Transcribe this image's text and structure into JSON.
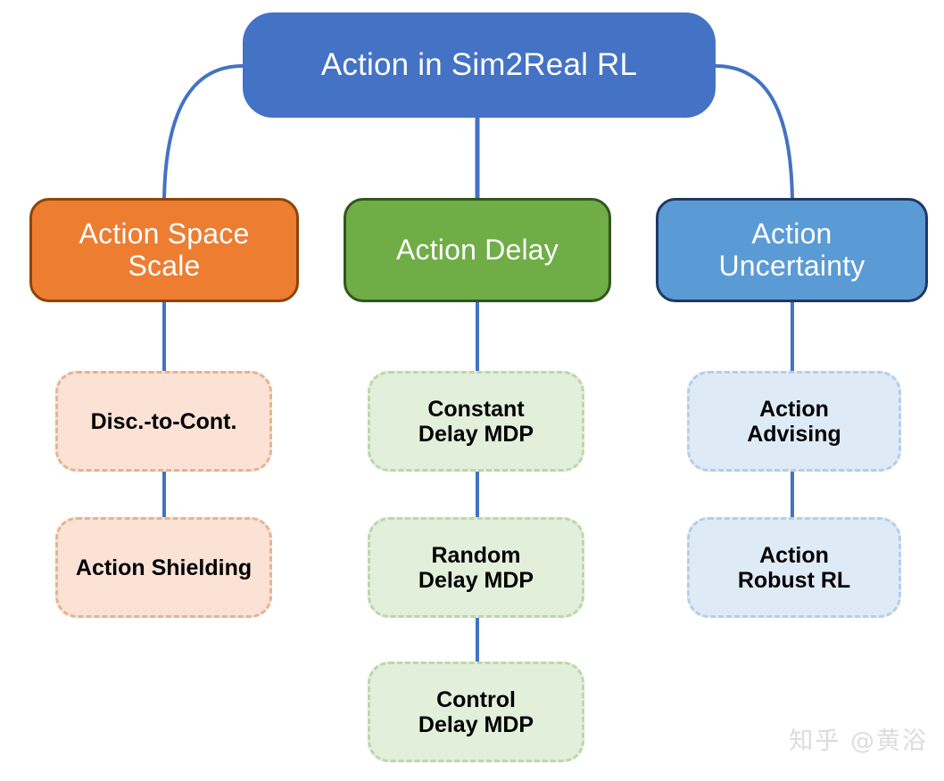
{
  "diagram": {
    "title": "Action in Sim2Real RL",
    "accent_color": "#4472C4",
    "edge_color": "#4472C4",
    "root": {
      "label": "Action in Sim2Real RL",
      "fill": "#4472C4",
      "text_color": "#FFFFFF"
    },
    "branches": [
      {
        "id": "action-space-scale",
        "label": "Action Space\nScale",
        "fill": "#ED7D31",
        "border": "#8E4409",
        "text_color": "#FFFFFF",
        "children": [
          {
            "id": "disc-to-cont",
            "label": "Disc.-to-Cont.",
            "fill": "#FBE2D5",
            "border": "#E6B391"
          },
          {
            "id": "action-shielding",
            "label": "Action Shielding",
            "fill": "#FBE2D5",
            "border": "#E6B391"
          }
        ]
      },
      {
        "id": "action-delay",
        "label": "Action Delay",
        "fill": "#70AD47",
        "border": "#33561F",
        "text_color": "#FFFFFF",
        "children": [
          {
            "id": "constant-delay-mdp",
            "label": "Constant\nDelay MDP",
            "fill": "#E2EFDA",
            "border": "#BBD7AB"
          },
          {
            "id": "random-delay-mdp",
            "label": "Random\nDelay MDP",
            "fill": "#E2EFDA",
            "border": "#BBD7AB"
          },
          {
            "id": "control-delay-mdp",
            "label": "Control\nDelay MDP",
            "fill": "#E2EFDA",
            "border": "#BBD7AB"
          }
        ]
      },
      {
        "id": "action-uncertainty",
        "label": "Action\nUncertainty",
        "fill": "#5B9BD5",
        "border": "#1F3864",
        "text_color": "#FFFFFF",
        "children": [
          {
            "id": "action-advising",
            "label": "Action\nAdvising",
            "fill": "#DEEBF7",
            "border": "#B3CFE8"
          },
          {
            "id": "action-robust-rl",
            "label": "Action\nRobust RL",
            "fill": "#DEEBF7",
            "border": "#B3CFE8"
          }
        ]
      }
    ]
  },
  "watermark": {
    "text": "知乎 @黄浴"
  }
}
